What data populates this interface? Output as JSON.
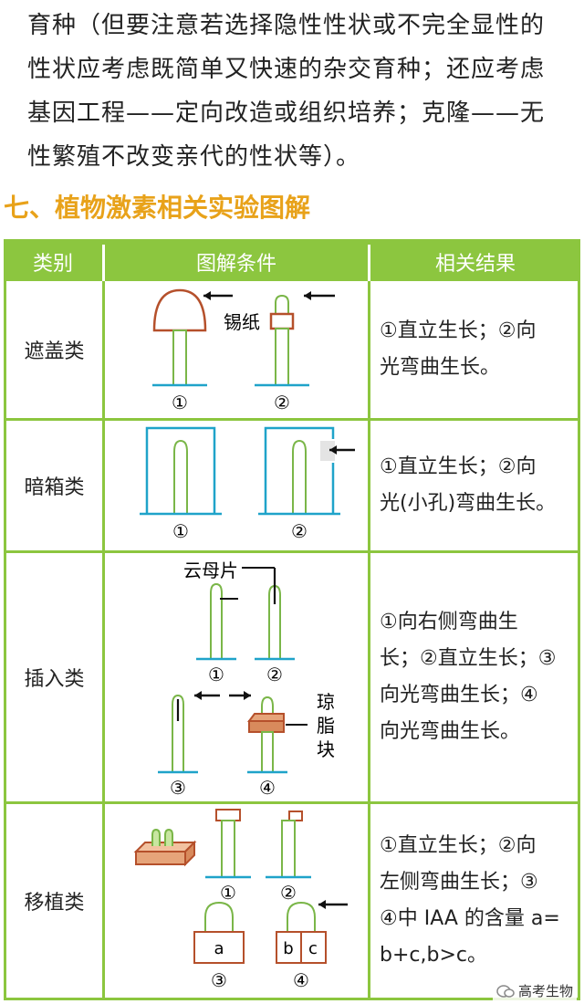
{
  "intro_lines": [
    "育种（但要注意若选择隐性性状或不完全显性的",
    "性状应考虑既简单又快速的杂交育种；还应考虑",
    "基因工程——定向改造或组织培养；克隆——无",
    "性繁殖不改变亲代的性状等）。"
  ],
  "section_title": "七、植物激素相关实验图解",
  "table": {
    "headers": [
      "类别",
      "图解条件",
      "相关结果"
    ],
    "rows": [
      {
        "category": "遮盖类",
        "result": [
          "①直立生长；②向",
          "光弯曲生长。"
        ]
      },
      {
        "category": "暗箱类",
        "result": [
          "①直立生长；②向",
          "光(小孔)弯曲生长。"
        ]
      },
      {
        "category": "插入类",
        "result": [
          "①向右侧弯曲生",
          "长；②直立生长；③",
          "向光弯曲生长；④",
          "向光弯曲生长。"
        ]
      },
      {
        "category": "移植类",
        "result": [
          "①直立生长；②向",
          "左侧弯曲生长；③",
          "④中 IAA 的含量 a=",
          "b+c,b>c。"
        ]
      }
    ]
  },
  "diagram_labels": {
    "n1": "①",
    "n2": "②",
    "n3": "③",
    "n4": "④",
    "tin_foil": "锡纸",
    "mica": "云母片",
    "agar": [
      "琼",
      "脂",
      "块"
    ],
    "a": "a",
    "b": "b",
    "c": "c"
  },
  "watermark": "高考生物",
  "colors": {
    "green": "#8cc63f",
    "stem": "#7ab648",
    "blue": "#1fa3c9",
    "brown": "#b5502b",
    "title": "#e8a21a"
  }
}
